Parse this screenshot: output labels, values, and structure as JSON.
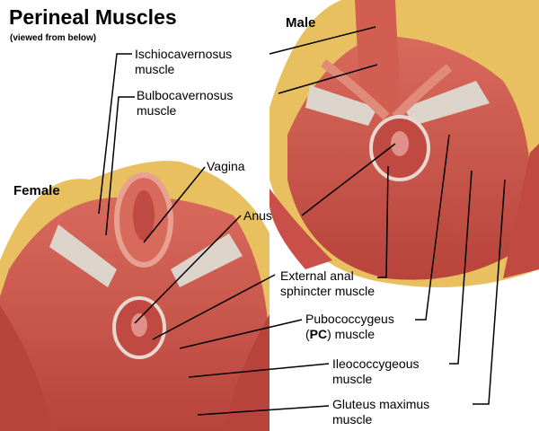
{
  "title": "Perineal Muscles",
  "subtitle": "(viewed from below)",
  "male_label": "Male",
  "female_label": "Female",
  "labels": {
    "ischio": [
      "Ischiocavernosus",
      "muscle"
    ],
    "bulbo": [
      "Bulbocavernosus",
      "muscle"
    ],
    "vagina": "Vagina",
    "anus": "Anus",
    "sphincter": [
      "External anal",
      "sphincter muscle"
    ],
    "pc": {
      "pre": "Pubococcygeus",
      "open": "(",
      "bold": "PC",
      "post": ") muscle"
    },
    "ileo": [
      "Ileococcygeous",
      "muscle"
    ],
    "gluteus": [
      "Gluteus maximus",
      "muscle"
    ]
  },
  "colors": {
    "muscle": "#c8524a",
    "muscle_light": "#e08a7a",
    "fat": "#e8c060",
    "fascia": "#d8d0c8"
  }
}
